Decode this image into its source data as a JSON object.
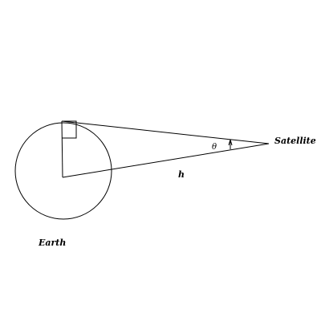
{
  "labels": {
    "earth": "Earth",
    "satellite": "Satellite",
    "distance": "h",
    "angle": "θ"
  },
  "colors": {
    "stroke": "#000000",
    "background": "#ffffff"
  }
}
